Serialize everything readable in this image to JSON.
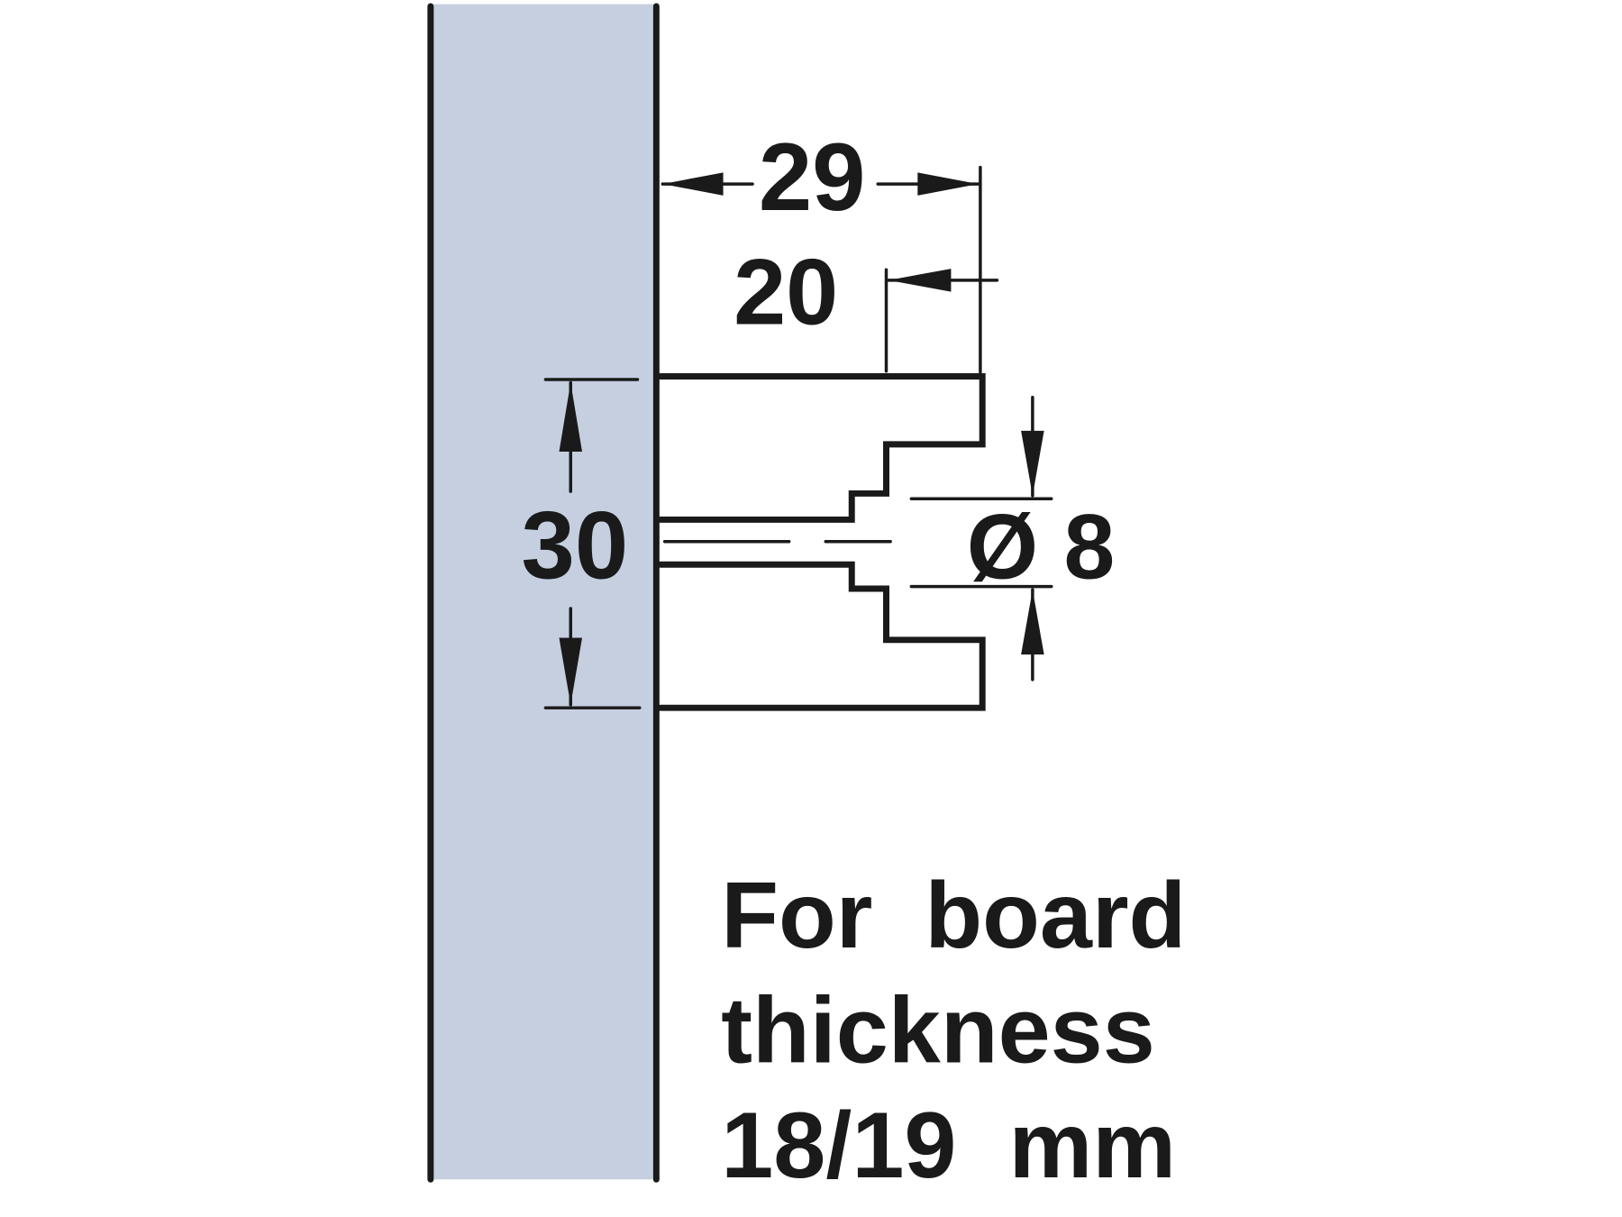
{
  "colors": {
    "board_fill": "#c5cfe0",
    "line": "#1a1a1a"
  },
  "dimensions": {
    "depth_total": "29",
    "depth_step": "20",
    "height": "30",
    "diameter": "Ø 8"
  },
  "note": {
    "line1": "For  board",
    "line2": "thickness",
    "line3": "18/19  mm"
  }
}
